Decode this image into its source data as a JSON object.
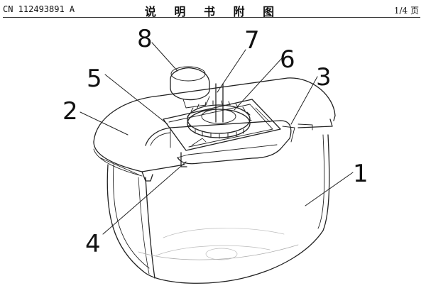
{
  "header": {
    "patent_number": "CN 112493891 A",
    "title": "说 明 书 附 图",
    "page": "1/4 页"
  },
  "figure": {
    "labels": [
      "1",
      "2",
      "3",
      "4",
      "5",
      "6",
      "7",
      "8"
    ]
  }
}
